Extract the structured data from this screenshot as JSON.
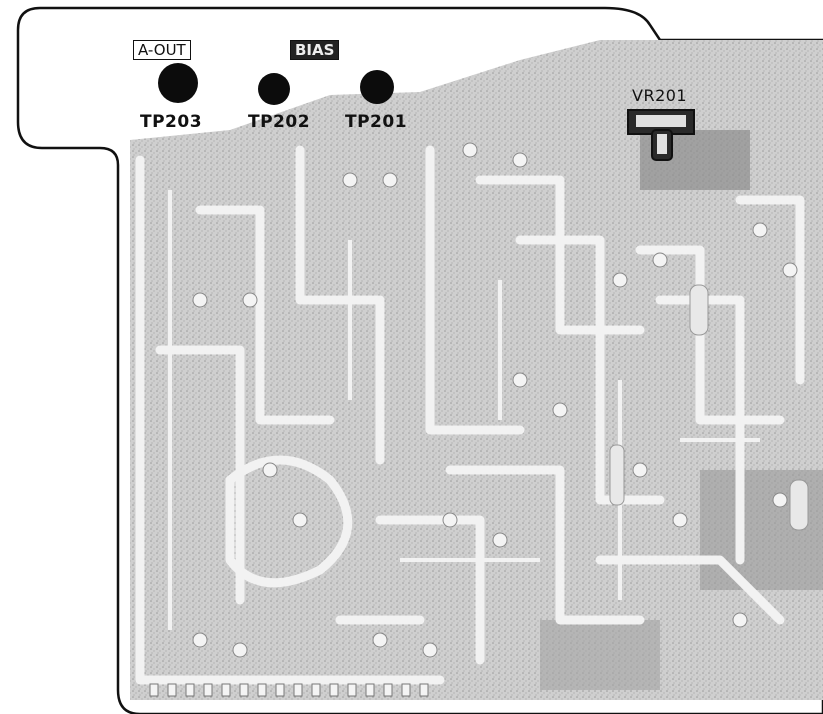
{
  "labels": {
    "a_out": "A-OUT",
    "bias": "BIAS",
    "tp203": "TP203",
    "tp202": "TP202",
    "tp201": "TP201",
    "vr201": "VR201"
  },
  "colors": {
    "board_fill": "#c9c9c9",
    "trace": "#eeeeee",
    "outline": "#111111",
    "test_point": "#0c0c0c"
  }
}
